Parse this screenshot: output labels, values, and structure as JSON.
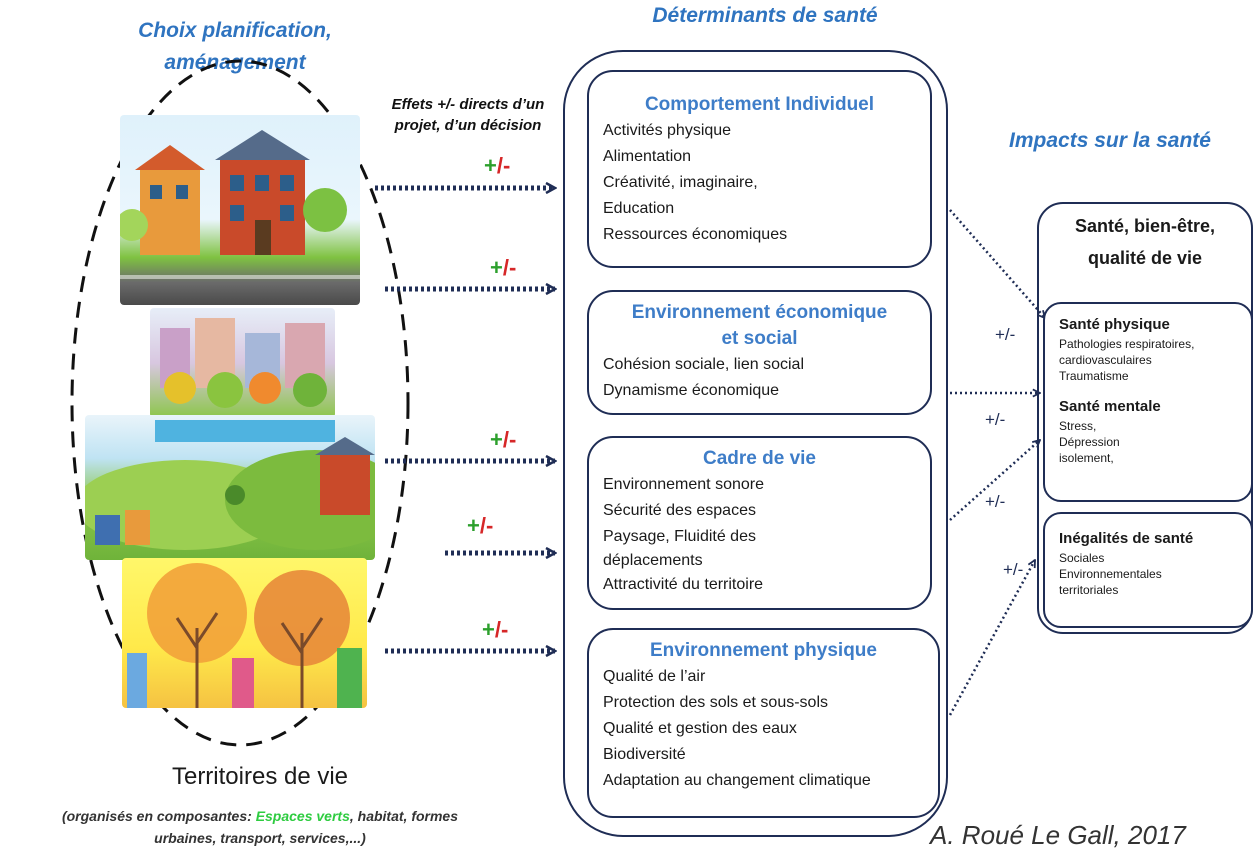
{
  "titles": {
    "left_line1": "Choix planification,",
    "left_line2": "aménagement",
    "middle": "Déterminants de santé",
    "right": "Impacts sur la santé"
  },
  "effets": {
    "line1": "Effets +/- directs d’un",
    "line2": "projet, d’un décision"
  },
  "arrow_labels": {
    "plus": "+",
    "slash_minus": "/-"
  },
  "left": {
    "territoires": "Territoires de vie",
    "components_prefix": "(organisés en composantes: ",
    "components_green": "Espaces verts",
    "components_suffix_line1": ", habitat, formes",
    "components_line2": "urbaines, transport, services,...)"
  },
  "determinants": [
    {
      "title": "Comportement Individuel",
      "items": [
        "Activités physique",
        "Alimentation",
        "Créativité, imaginaire,",
        "Education",
        "Ressources économiques"
      ]
    },
    {
      "title_line1": "Environnement économique",
      "title_line2": "et social",
      "items": [
        "Cohésion sociale, lien social",
        "Dynamisme économique"
      ]
    },
    {
      "title": "Cadre de vie",
      "items": [
        "Environnement sonore",
        "Sécurité des espaces",
        "Paysage, Fluidité des",
        "déplacements",
        "Attractivité du territoire"
      ]
    },
    {
      "title": "Environnement physique",
      "items": [
        "Qualité de l’air",
        "Protection des sols et sous-sols",
        "Qualité et gestion des eaux",
        "Biodiversité",
        "Adaptation au changement climatique"
      ]
    }
  ],
  "impacts": {
    "title_line1": "Santé, bien-être,",
    "title_line2": "qualité de vie",
    "physique": {
      "title": "Santé physique",
      "items": [
        "Pathologies respiratoires,",
        "cardiovasculaires",
        "Traumatisme"
      ]
    },
    "mentale": {
      "title": "Santé mentale",
      "items": [
        "Stress,",
        "Dépression",
        "isolement,"
      ]
    },
    "inegalites": {
      "title": "Inégalités de santé",
      "items": [
        "Sociales",
        "Environnementales",
        "territoriales"
      ]
    },
    "pm": "+/-"
  },
  "credit": "A. Roué Le Gall, 2017",
  "colors": {
    "title_blue": "#2f74c0",
    "box_title_blue": "#3e7dc8",
    "navy": "#1f2d55",
    "plus_green": "#2ca02c",
    "minus_red": "#d62728",
    "highlight_green": "#2ecc40"
  }
}
